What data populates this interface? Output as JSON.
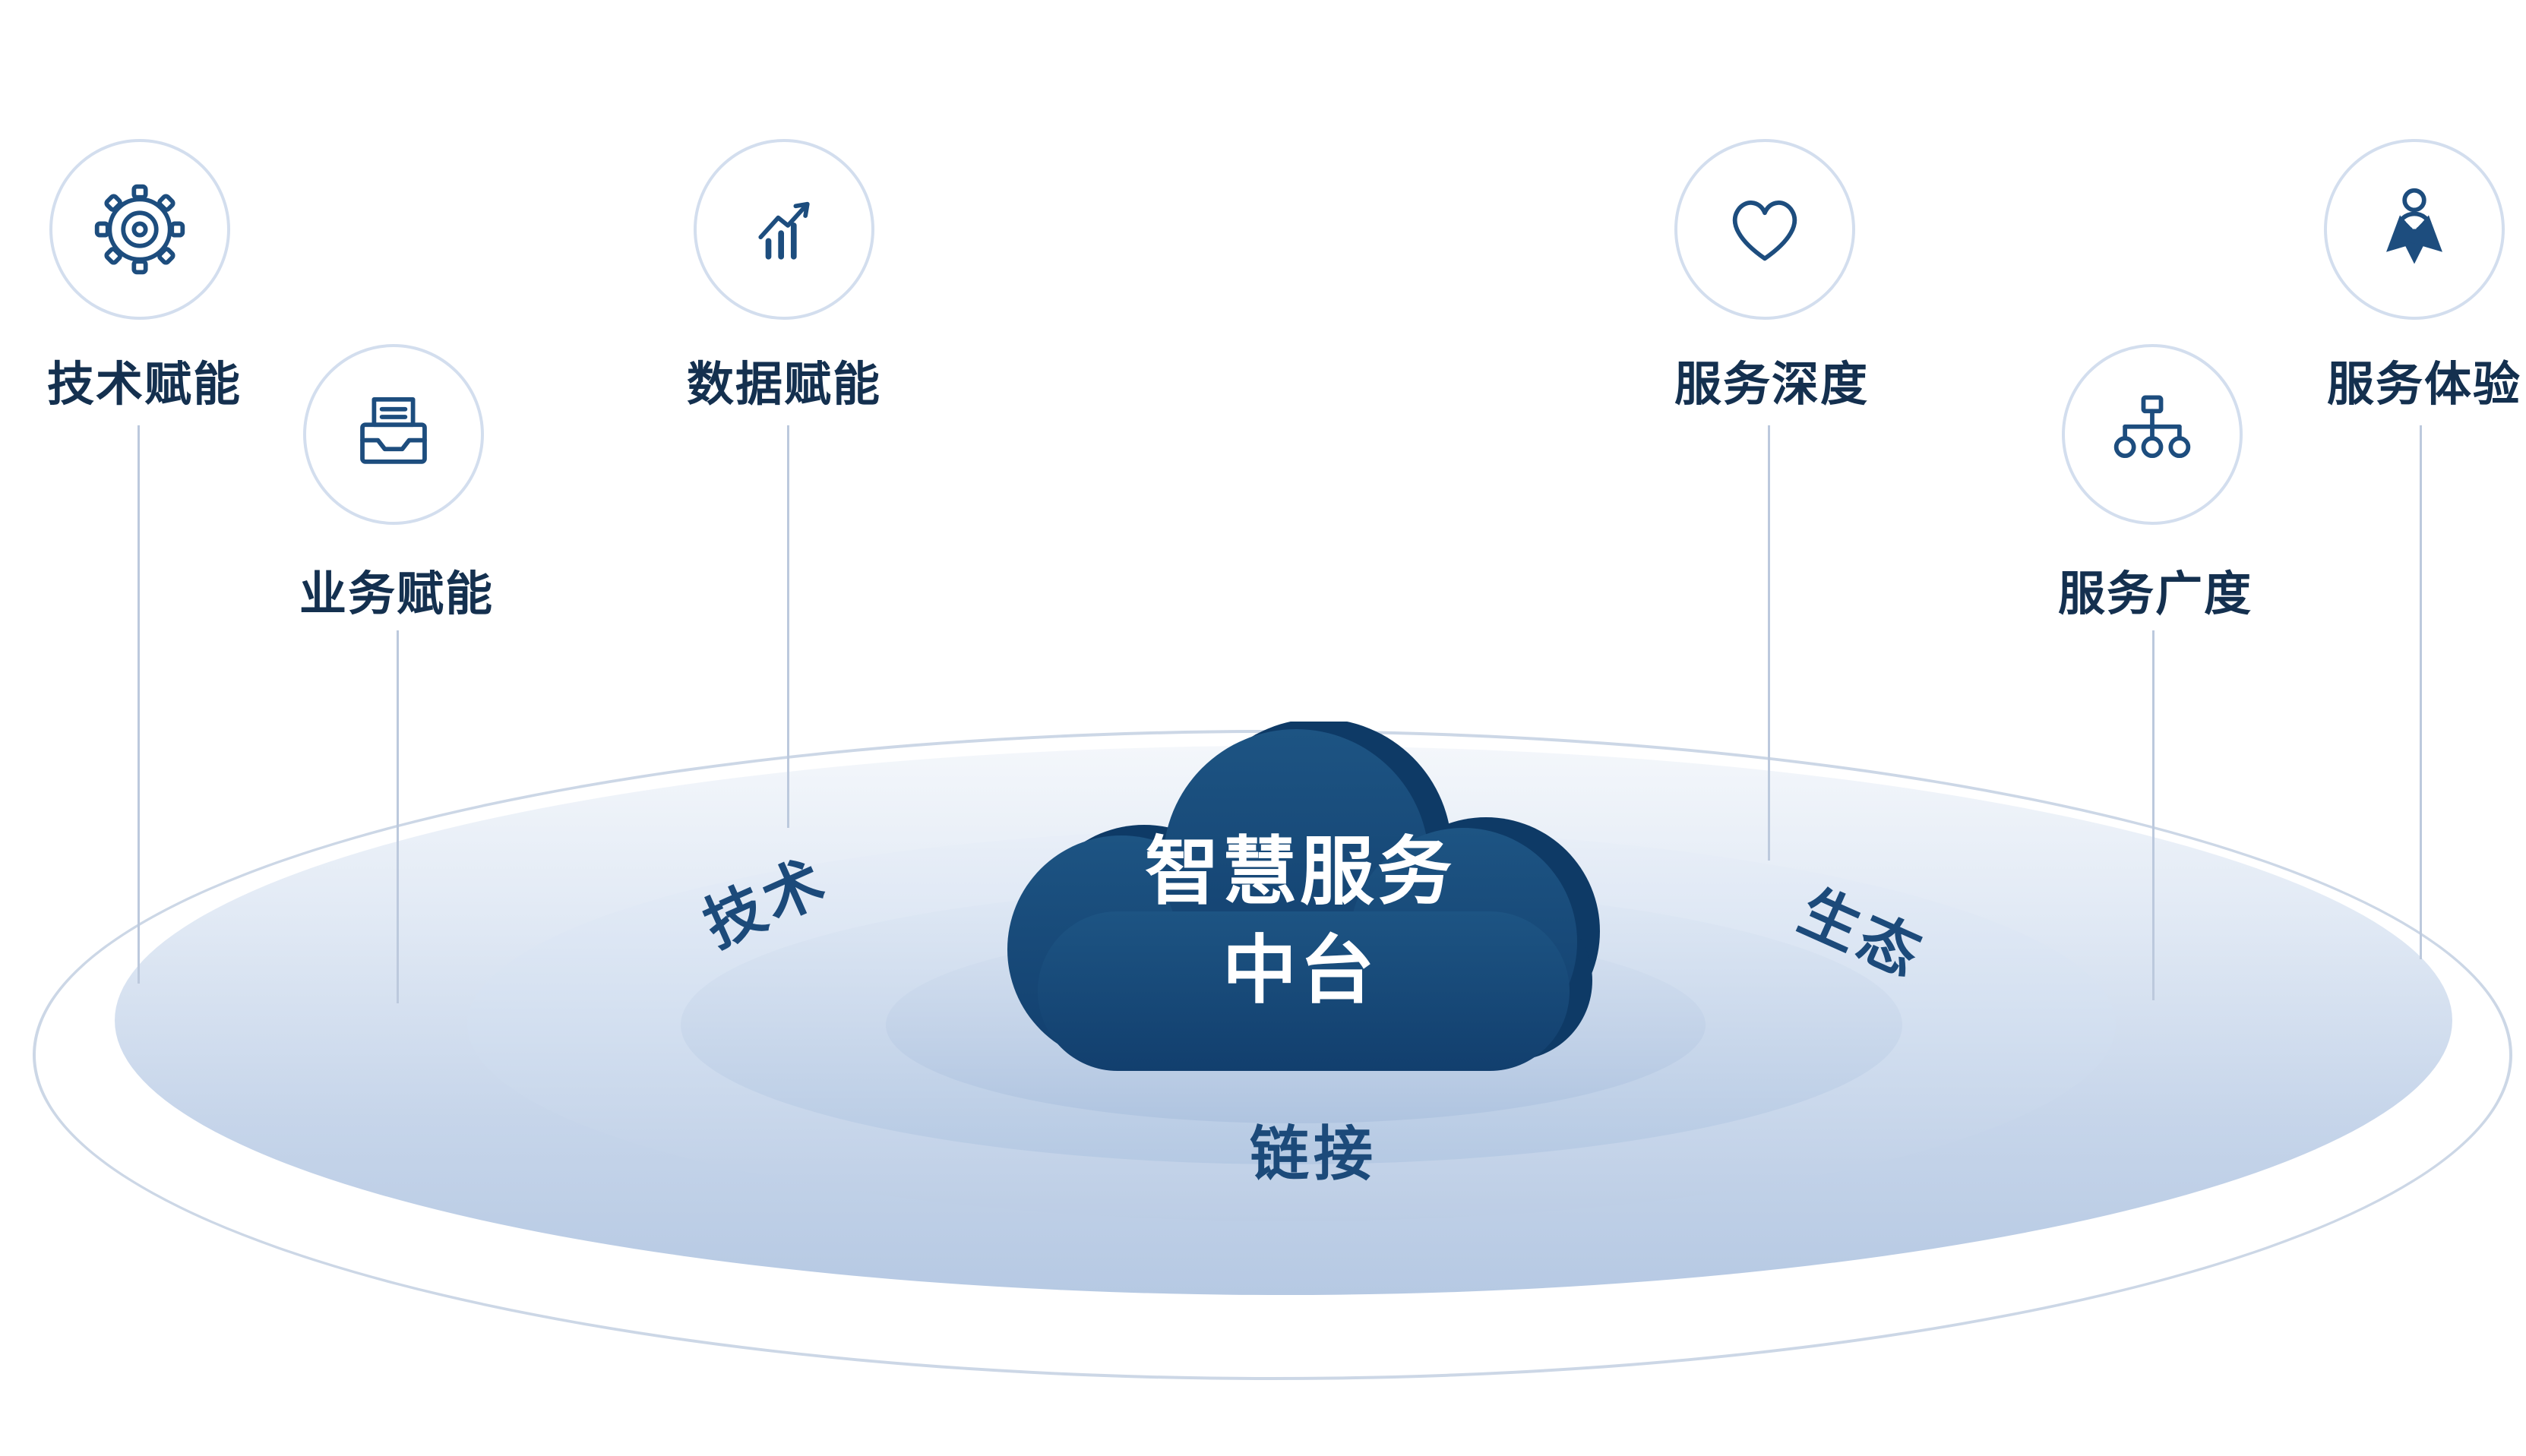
{
  "center": {
    "title_line1": "智慧服务",
    "title_line2": "中台"
  },
  "nodes": [
    {
      "label": "技术赋能",
      "icon": "gear-icon"
    },
    {
      "label": "业务赋能",
      "icon": "document-tray-icon"
    },
    {
      "label": "数据赋能",
      "icon": "growth-chart-icon"
    },
    {
      "label": "服务深度",
      "icon": "heart-icon"
    },
    {
      "label": "服务广度",
      "icon": "org-network-icon"
    },
    {
      "label": "服务体验",
      "icon": "person-directions-icon"
    }
  ],
  "ring_labels": [
    {
      "text": "技术"
    },
    {
      "text": "生态"
    },
    {
      "text": "链接"
    }
  ],
  "colors": {
    "primary_dark_blue": "#17497b",
    "icon_stroke": "#1d4d7e",
    "label_text": "#14304f",
    "icon_circle_ring": "#d3deee",
    "connector_line": "#bcc9dd",
    "platform_outline": "#ccd7e6",
    "platform_fill_light": "#f4f7fb",
    "platform_fill_dark": "#afc4e0",
    "cloud_fill": "#17497b",
    "cloud_back_fill": "#0e3a66",
    "cloud_text": "#ffffff"
  }
}
